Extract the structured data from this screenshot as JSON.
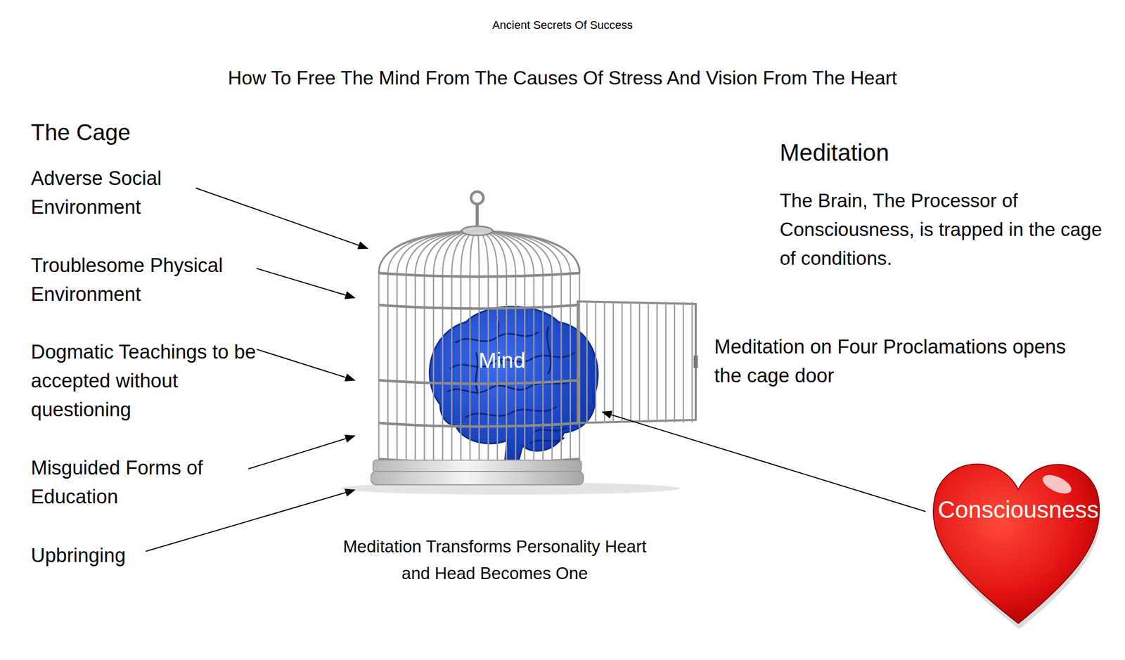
{
  "diagram": {
    "title": "How To Free The Mind From The Causes Of Stress And Vision From The Heart",
    "nodes": [
      {
        "text": [
          "Mind"
        ]
      },
      {
        "text": [
          "Consciousness"
        ]
      }
    ],
    "edges": [
      {
        "from": 1,
        "to": 0,
        "arrow": "to"
      }
    ],
    "labels": [
      "Ancient Secrets Of Success",
      "The Cage",
      "Adverse Social Environment",
      "Troublesome Physical Environment",
      "Dogmatic Teachings to be accepted without questioning",
      "Misguided Forms of Education",
      "Upbringing",
      "Meditation",
      "The Brain, The Processor of Consciousness, is trapped in the cage of conditions.",
      "Meditation on Four Proclamations opens the cage door",
      "Meditation Transforms Personality Heart and Head Becomes One"
    ]
  }
}
